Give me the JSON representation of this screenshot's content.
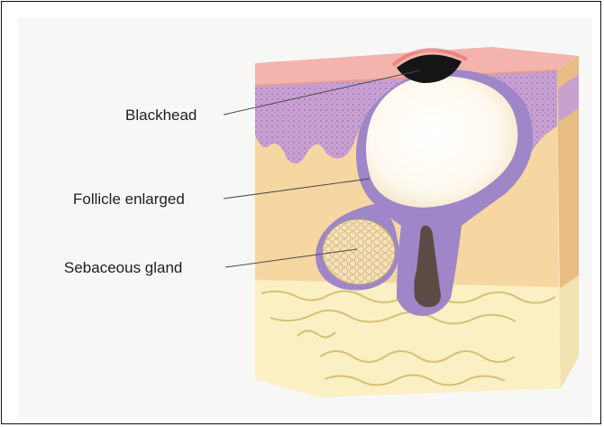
{
  "labels": {
    "blackhead": "Blackhead",
    "follicle_enlarged": "Follicle enlarged",
    "sebaceous_gland": "Sebaceous gland"
  },
  "colors": {
    "epidermis_top": "#f3b3ad",
    "epidermis_layer": "#c9a3cf",
    "dermis_front": "#f6d8a2",
    "dermis_side": "#e9bf80",
    "fat_layer": "#fbf1c6",
    "follicle_wall": "#9b86c6",
    "plug": "#fffaf0",
    "blackhead": "#141414",
    "hair": "#5a4a42",
    "gland": "#f5deb0"
  }
}
